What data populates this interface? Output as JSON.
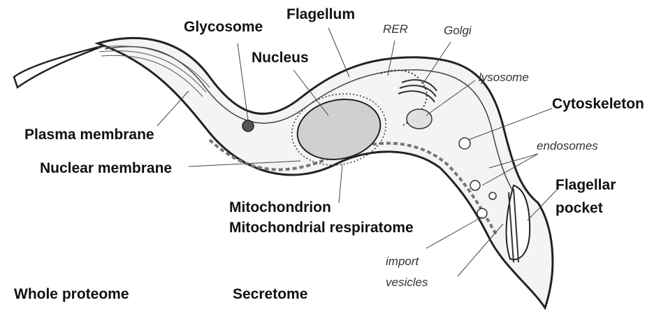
{
  "labels": {
    "glycosome": "Glycosome",
    "flagellum": "Flagellum",
    "rer": "RER",
    "golgi": "Golgi",
    "nucleus": "Nucleus",
    "lysosome": "lysosome",
    "cytoskeleton": "Cytoskeleton",
    "plasma_membrane": "Plasma membrane",
    "endosomes": "endosomes",
    "nuclear_membrane": "Nuclear membrane",
    "flagellar_pocket_line1": "Flagellar",
    "flagellar_pocket_line2": "pocket",
    "mitochondrion": "Mitochondrion",
    "mitochondrial_respiratome": "Mitochondrial respiratome",
    "import_vesicles_line1": "import",
    "import_vesicles_line2": "vesicles",
    "whole_proteome": "Whole proteome",
    "secretome": "Secretome"
  },
  "colors": {
    "line": "#222222",
    "fill_light": "#f2f2f2",
    "fill_gray": "#d8d8d8",
    "text": "#111111",
    "italic_text": "#333333"
  }
}
